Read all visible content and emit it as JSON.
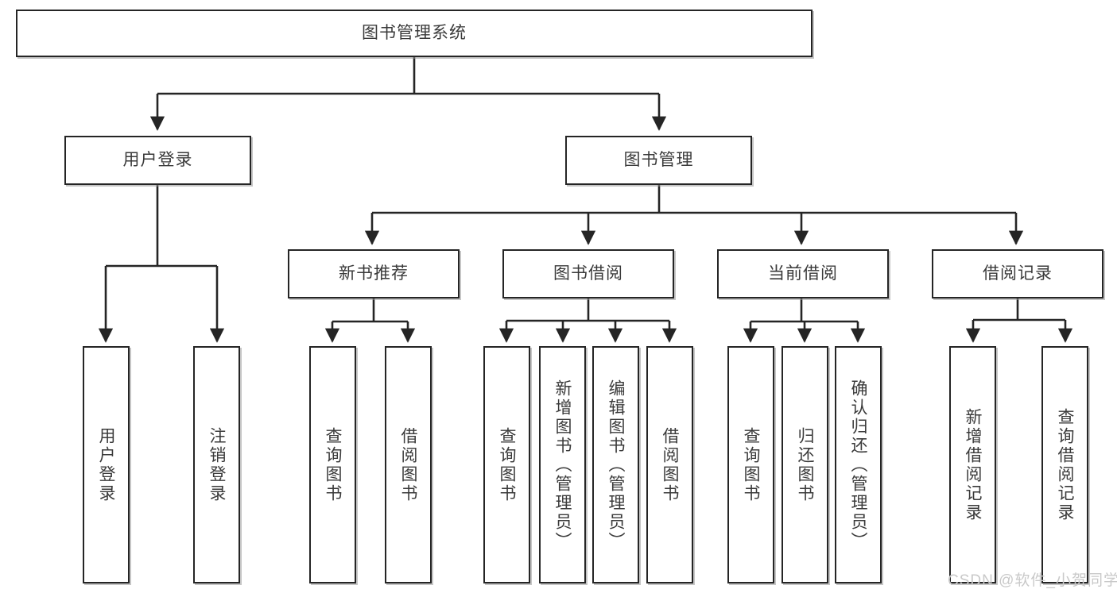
{
  "diagram": {
    "title": "图书管理系统",
    "type": "tree",
    "watermark": "CSDN @软件_小贺同学",
    "colors": {
      "box_border": "#252525",
      "box_fill": "#ffffff",
      "text": "#3a3a3a",
      "connector": "#252525",
      "watermark": "#c9c9c9",
      "background": "#ffffff"
    },
    "nodes": {
      "root": {
        "label": "图书管理系统",
        "level": 0
      },
      "user_login": {
        "label": "用户登录",
        "level": 1
      },
      "book_manage": {
        "label": "图书管理",
        "level": 1
      },
      "new_book_rec": {
        "label": "新书推荐",
        "level": 2
      },
      "book_borrow": {
        "label": "图书借阅",
        "level": 2
      },
      "current_borrow": {
        "label": "当前借阅",
        "level": 2
      },
      "borrow_record": {
        "label": "借阅记录",
        "level": 2
      },
      "leaf_user_login": {
        "label": "用户登录",
        "level": 3
      },
      "leaf_logout": {
        "label": "注销登录",
        "level": 3
      },
      "leaf_query_book_a": {
        "label": "查询图书",
        "level": 3
      },
      "leaf_borrow_book_a": {
        "label": "借阅图书",
        "level": 3
      },
      "leaf_query_book_b": {
        "label": "查询图书",
        "level": 3
      },
      "leaf_add_book": {
        "label": "新增图书（管理员）",
        "level": 3
      },
      "leaf_edit_book": {
        "label": "编辑图书（管理员）",
        "level": 3
      },
      "leaf_borrow_book_b": {
        "label": "借阅图书",
        "level": 3
      },
      "leaf_query_book_c": {
        "label": "查询图书",
        "level": 3
      },
      "leaf_return_book": {
        "label": "归还图书",
        "level": 3
      },
      "leaf_confirm_return": {
        "label": "确认归还（管理员）",
        "level": 3
      },
      "leaf_add_record": {
        "label": "新增借阅记录",
        "level": 3
      },
      "leaf_query_record": {
        "label": "查询借阅记录",
        "level": 3
      }
    },
    "edges": [
      {
        "from": "root",
        "to": "user_login"
      },
      {
        "from": "root",
        "to": "book_manage"
      },
      {
        "from": "user_login",
        "to": "leaf_user_login"
      },
      {
        "from": "user_login",
        "to": "leaf_logout"
      },
      {
        "from": "book_manage",
        "to": "new_book_rec"
      },
      {
        "from": "book_manage",
        "to": "book_borrow"
      },
      {
        "from": "book_manage",
        "to": "current_borrow"
      },
      {
        "from": "book_manage",
        "to": "borrow_record"
      },
      {
        "from": "new_book_rec",
        "to": "leaf_query_book_a"
      },
      {
        "from": "new_book_rec",
        "to": "leaf_borrow_book_a"
      },
      {
        "from": "book_borrow",
        "to": "leaf_query_book_b"
      },
      {
        "from": "book_borrow",
        "to": "leaf_add_book"
      },
      {
        "from": "book_borrow",
        "to": "leaf_edit_book"
      },
      {
        "from": "book_borrow",
        "to": "leaf_borrow_book_b"
      },
      {
        "from": "current_borrow",
        "to": "leaf_query_book_c"
      },
      {
        "from": "current_borrow",
        "to": "leaf_return_book"
      },
      {
        "from": "current_borrow",
        "to": "leaf_confirm_return"
      },
      {
        "from": "borrow_record",
        "to": "leaf_add_record"
      },
      {
        "from": "borrow_record",
        "to": "leaf_query_record"
      }
    ]
  }
}
